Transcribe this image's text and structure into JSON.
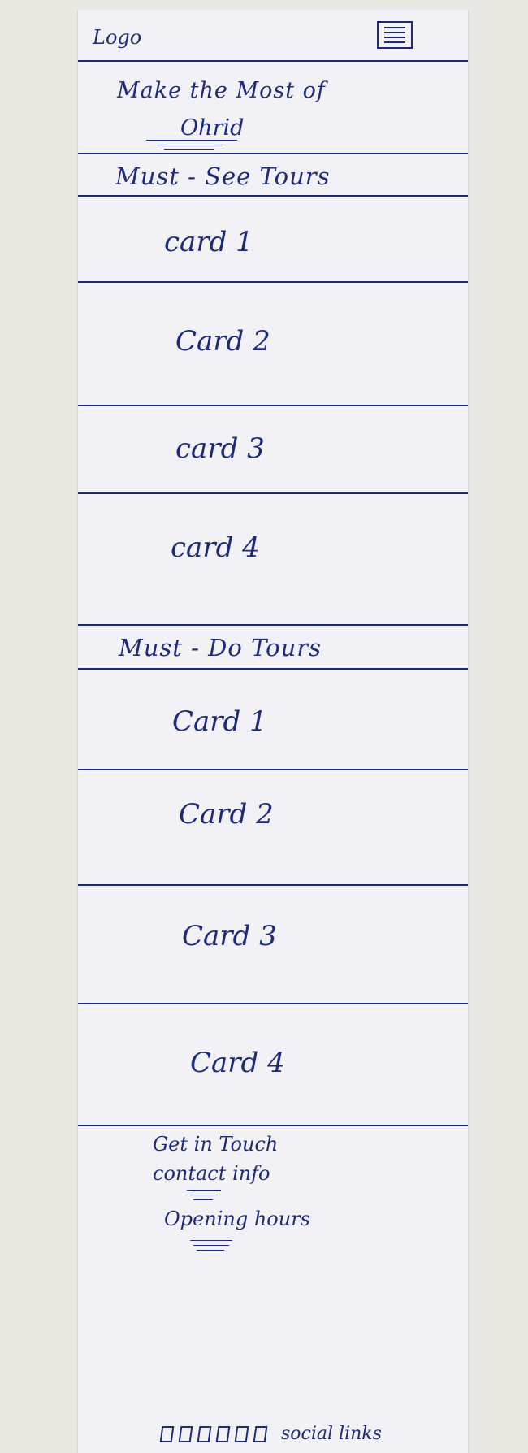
{
  "header": {
    "logo": "Logo",
    "menu_icon": "hamburger-menu-icon"
  },
  "hero": {
    "line1": "Make the Most of",
    "line2": "Ohrid"
  },
  "must_see": {
    "title": "Must - See Tours",
    "cards": [
      "card 1",
      "Card 2",
      "card 3",
      "card 4"
    ]
  },
  "must_do": {
    "title": "Must - Do Tours",
    "cards": [
      "Card 1",
      "Card 2",
      "Card 3",
      "Card 4"
    ]
  },
  "footer": {
    "get_in_touch": "Get in Touch",
    "contact_info": "contact info",
    "opening_hours": "Opening hours",
    "social_links": "social links"
  },
  "colors": {
    "ink": "#1d2a7a",
    "paper": "#f2f2f6",
    "background": "#e9e8e2"
  }
}
